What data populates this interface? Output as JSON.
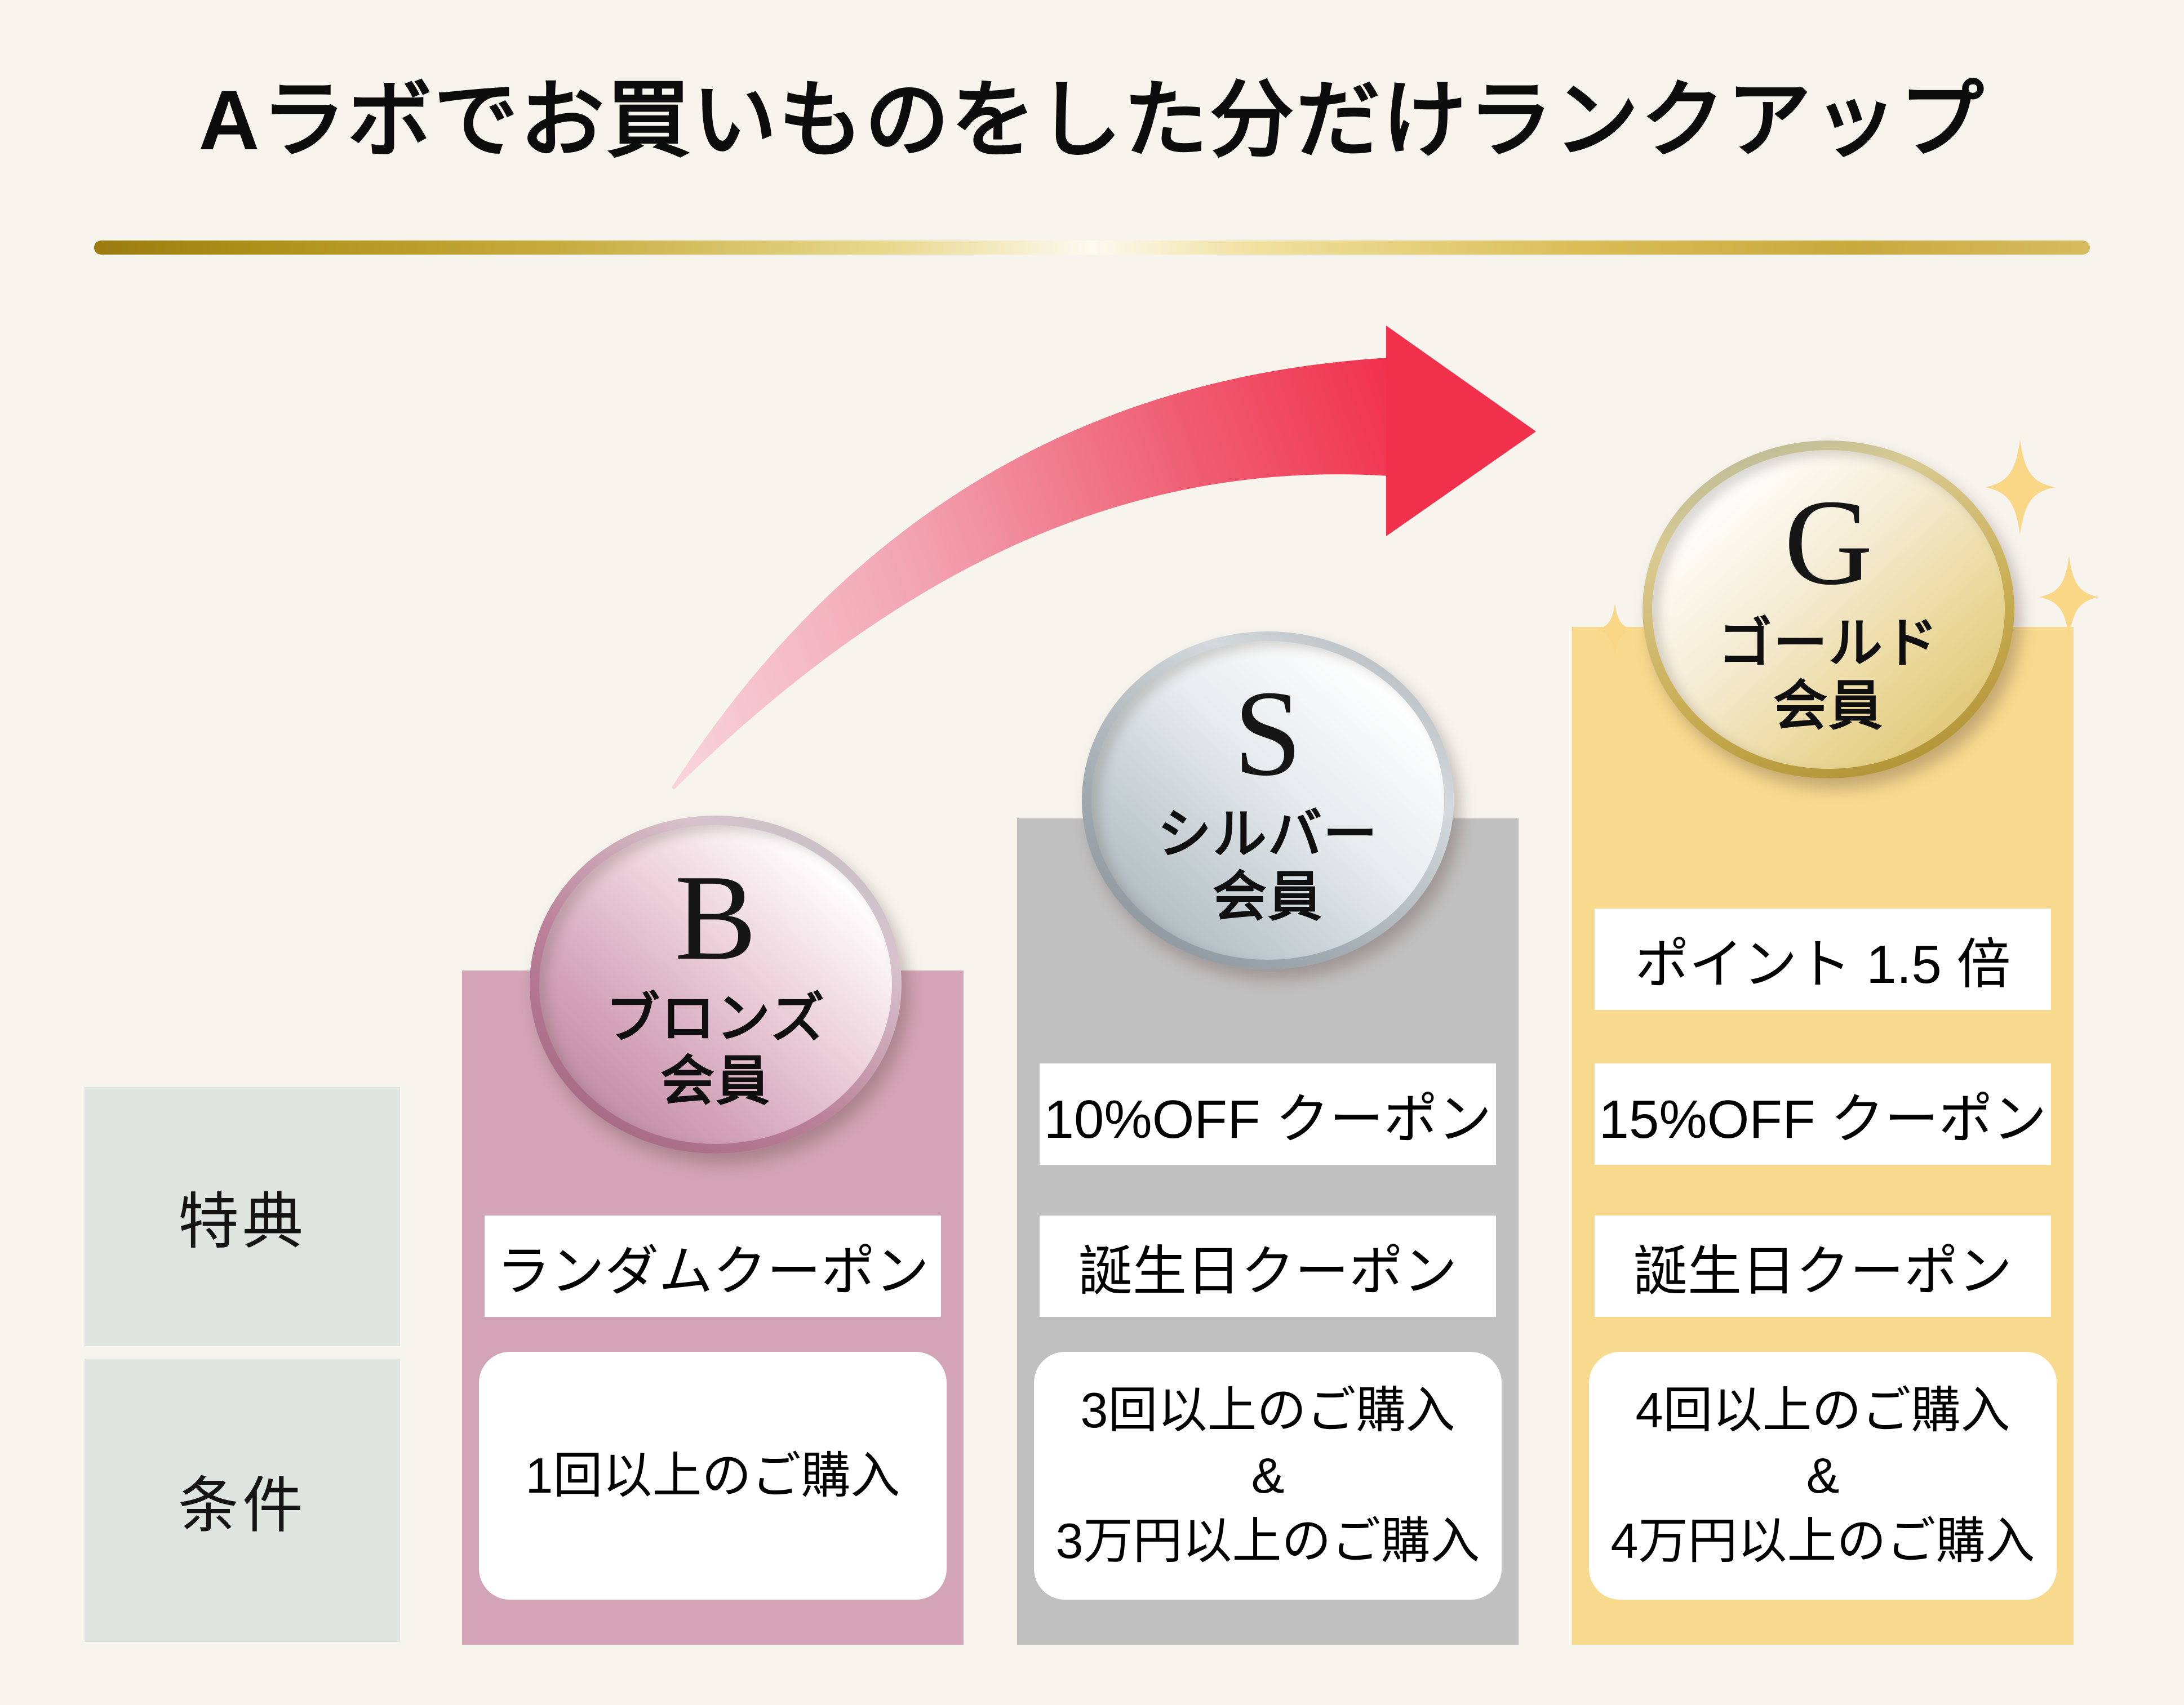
{
  "title": "Aラボでお買いものをした分だけランクアップ",
  "row_labels": {
    "benefit": "特典",
    "condition": "条件"
  },
  "tiers": [
    {
      "rank": "bronze",
      "medal_letter": "B",
      "medal_name_line1": "ブロンズ",
      "medal_name_line2": "会員",
      "benefits": [
        "ランダムクーポン"
      ],
      "condition_lines": [
        "1回以上のご購入"
      ]
    },
    {
      "rank": "silver",
      "medal_letter": "S",
      "medal_name_line1": "シルバー",
      "medal_name_line2": "会員",
      "benefits": [
        "10%OFF クーポン",
        "誕生日クーポン"
      ],
      "condition_lines": [
        "3回以上のご購入",
        "&",
        "3万円以上のご購入"
      ]
    },
    {
      "rank": "gold",
      "medal_letter": "G",
      "medal_name_line1": "ゴールド",
      "medal_name_line2": "会員",
      "benefits": [
        "ポイント 1.5 倍",
        "15%OFF クーポン",
        "誕生日クーポン"
      ],
      "condition_lines": [
        "4回以上のご購入",
        "&",
        "4万円以上のご購入"
      ]
    }
  ],
  "colors": {
    "background": "#f7f4ee",
    "title_text": "#0c0c0c",
    "divider_gold_dark": "#9b7b10",
    "divider_gold_light": "#fdfaf0",
    "arrow_tail_pink": "#f7d2da",
    "arrow_head_red": "#f1304c",
    "bronze_column": "#d2a4b5",
    "silver_column": "#c1c0c0",
    "gold_column": "#f8da8e",
    "row_label_box": "#dee5e0",
    "white_box": "#ffffff",
    "sparkle_gold": "#fad687"
  }
}
